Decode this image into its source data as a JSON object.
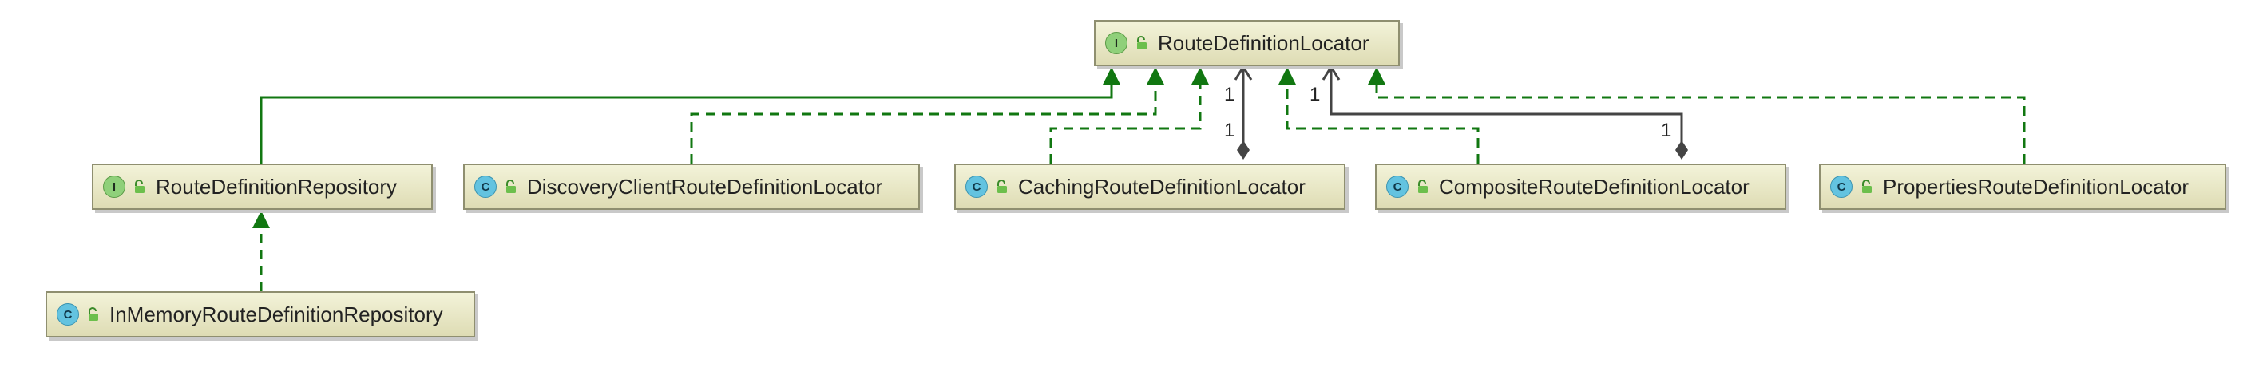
{
  "nodes": [
    {
      "id": "rdl",
      "kind": "interface",
      "kind_letter": "I",
      "label": "RouteDefinitionLocator",
      "lock_icon": "unlocked-icon"
    },
    {
      "id": "rdr",
      "kind": "interface",
      "kind_letter": "I",
      "label": "RouteDefinitionRepository",
      "lock_icon": "unlocked-icon"
    },
    {
      "id": "dcrdl",
      "kind": "class",
      "kind_letter": "C",
      "label": "DiscoveryClientRouteDefinitionLocator",
      "lock_icon": "unlocked-icon"
    },
    {
      "id": "crdl",
      "kind": "class",
      "kind_letter": "C",
      "label": "CachingRouteDefinitionLocator",
      "lock_icon": "unlocked-icon"
    },
    {
      "id": "comprdl",
      "kind": "class",
      "kind_letter": "C",
      "label": "CompositeRouteDefinitionLocator",
      "lock_icon": "unlocked-icon"
    },
    {
      "id": "prdl",
      "kind": "class",
      "kind_letter": "C",
      "label": "PropertiesRouteDefinitionLocator",
      "lock_icon": "unlocked-icon"
    },
    {
      "id": "imrdr",
      "kind": "class",
      "kind_letter": "C",
      "label": "InMemoryRouteDefinitionRepository",
      "lock_icon": "unlocked-icon"
    }
  ],
  "edges": [
    {
      "from": "rdr",
      "to": "rdl",
      "type": "extends"
    },
    {
      "from": "dcrdl",
      "to": "rdl",
      "type": "implements"
    },
    {
      "from": "crdl",
      "to": "rdl",
      "type": "implements"
    },
    {
      "from": "comprdl",
      "to": "rdl",
      "type": "implements"
    },
    {
      "from": "prdl",
      "to": "rdl",
      "type": "implements"
    },
    {
      "from": "imrdr",
      "to": "rdr",
      "type": "implements"
    },
    {
      "from": "crdl",
      "to": "rdl",
      "type": "composition"
    },
    {
      "from": "comprdl",
      "to": "rdl",
      "type": "composition"
    }
  ],
  "multiplicities": [
    "1",
    "1",
    "1",
    "1"
  ],
  "colors": {
    "inheritance": "#117711",
    "association": "#444444",
    "node_border": "#8f8f70",
    "interface_badge": "#8fd07a",
    "class_badge": "#63c3e0"
  }
}
